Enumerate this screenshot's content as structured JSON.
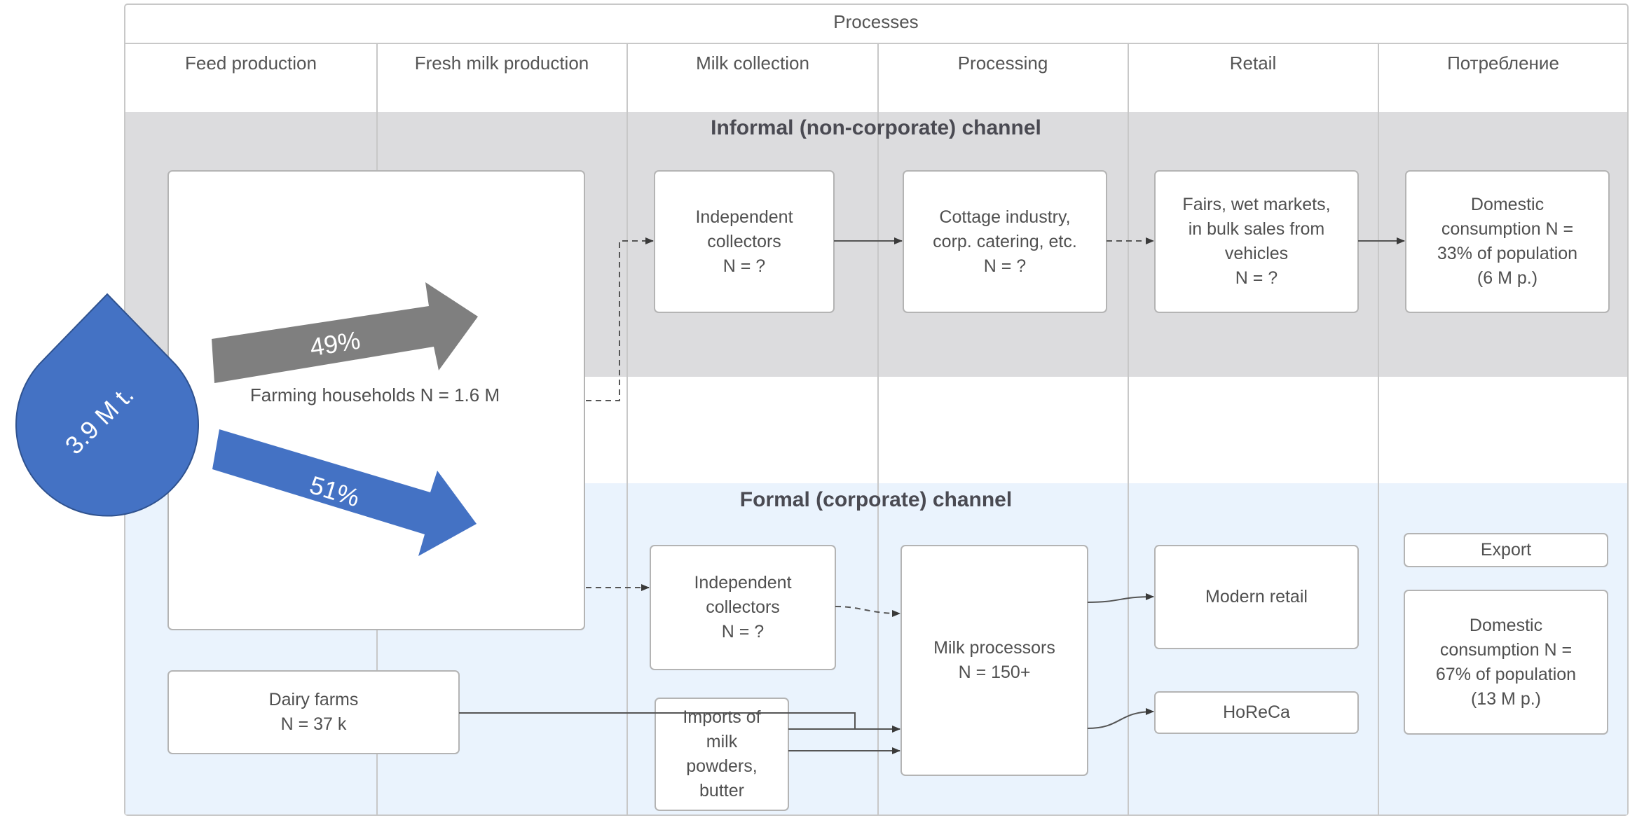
{
  "diagram": {
    "title": "Processes",
    "columns": [
      "Feed production",
      "Fresh milk production",
      "Milk collection",
      "Processing",
      "Retail",
      "Потребление"
    ],
    "informal": {
      "label": "Informal (non-corporate) channel",
      "collectors": [
        "Independent",
        "collectors",
        "N = ?"
      ],
      "cottage": [
        "Cottage industry,",
        "corp. catering, etc.",
        "N = ?"
      ],
      "fairs": [
        "Fairs, wet markets,",
        "in bulk sales from",
        "vehicles",
        "N = ?"
      ],
      "domestic": [
        "Domestic",
        "consumption N =",
        "33% of population",
        "(6 M p.)"
      ]
    },
    "formal": {
      "label": "Formal (corporate) channel",
      "collectors": [
        "Independent",
        "collectors",
        "N = ?"
      ],
      "processors": [
        "Milk processors",
        "N = 150+"
      ],
      "modern_retail": "Modern retail",
      "horeca": "HoReCa",
      "export": "Export",
      "domestic": [
        "Domestic",
        "consumption N =",
        "67% of population",
        "(13 M p.)"
      ],
      "imports": [
        "Imports of",
        "milk",
        "powders,",
        "butter"
      ]
    },
    "farming_households": "Farming households N = 1.6 M",
    "dairy_farms": [
      "Dairy farms",
      "N = 37 k"
    ],
    "drop_label": "3.9 M t.",
    "informal_share": "49%",
    "formal_share": "51%",
    "colors": {
      "informal_band": "#dcdcde",
      "formal_band": "#eaf3fd",
      "drop": "#4472c4",
      "arrow_informal": "#7f7f7f",
      "arrow_formal": "#4472c4"
    }
  }
}
